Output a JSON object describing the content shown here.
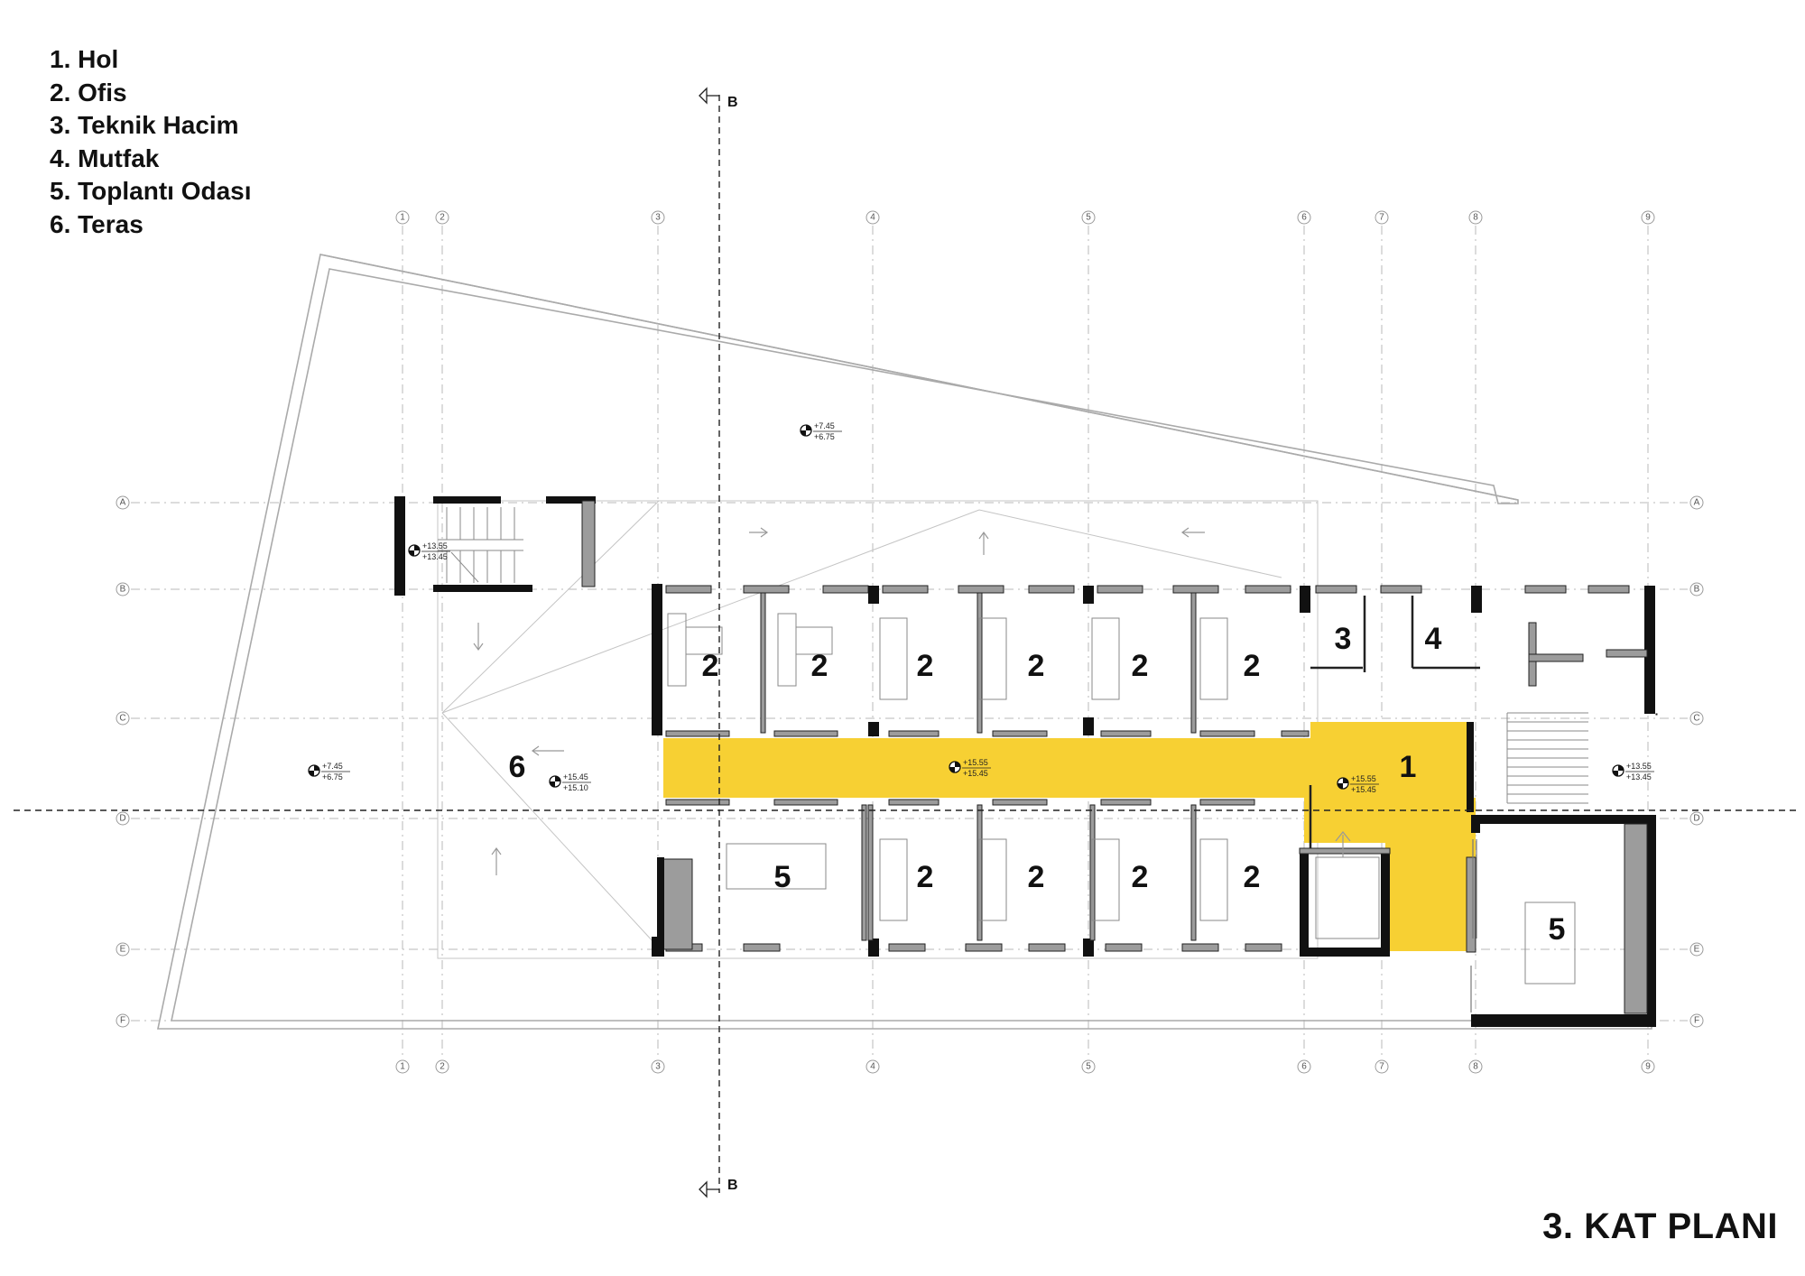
{
  "legend": [
    "1. Hol",
    "2. Ofis",
    "3. Teknik Hacim",
    "4. Mutfak",
    "5. Toplantı Odası",
    "6. Teras"
  ],
  "title": "3. KAT PLANI",
  "section_label": "B",
  "grid_columns": [
    "1",
    "2",
    "3",
    "4",
    "5",
    "6",
    "7",
    "8",
    "9"
  ],
  "grid_rows": [
    "A",
    "B",
    "C",
    "D",
    "E",
    "F"
  ],
  "room_numbers": {
    "hall": "1",
    "office": "2",
    "technical": "3",
    "kitchen": "4",
    "meeting": "5",
    "terrace": "6"
  },
  "levels": {
    "roof": [
      "+7.45",
      "+6.75"
    ],
    "stair_west": [
      "+13.55",
      "+13.45"
    ],
    "corridor": [
      "+15.55",
      "+15.45"
    ],
    "hall": [
      "+15.55",
      "+15.45"
    ],
    "stair_east": [
      "+13.55",
      "+13.45"
    ],
    "terrace": [
      "+15.45",
      "+15.10"
    ]
  },
  "colors": {
    "circulation": "#f7d033",
    "wall": "#111111",
    "wall_infill": "#9c9c9c",
    "grid": "#b8b8b8"
  },
  "icons": [
    "level-marker-icon",
    "direction-arrow-icon",
    "section-arrow-icon"
  ]
}
